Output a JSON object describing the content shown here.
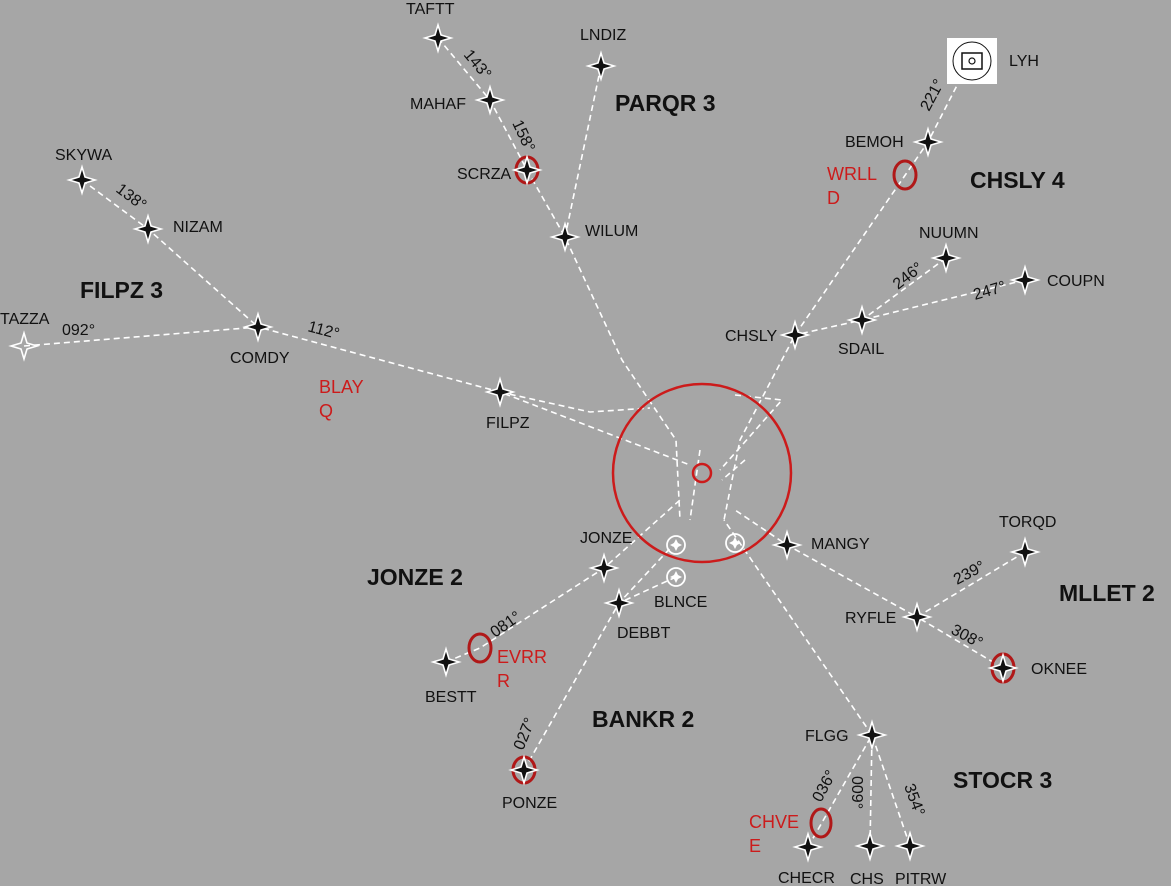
{
  "map": {
    "background": "#a6a6a6",
    "route_color": "#ffffff",
    "highlight_color": "#cc1b1b"
  },
  "procedures": {
    "parqr": "PARQR 3",
    "chsly": "CHSLY 4",
    "filpz": "FILPZ 3",
    "jonze": "JONZE 2",
    "mllet": "MLLET 2",
    "bankr": "BANKR 2",
    "stocr": "STOCR 3"
  },
  "fixes": {
    "taftt": "TAFTT",
    "lndiz": "LNDIZ",
    "mahaf": "MAHAF",
    "scrza": "SCRZA",
    "wilum": "WILUM",
    "lyh": "LYH",
    "bemoh": "BEMOH",
    "nuumn": "NUUMN",
    "coupn": "COUPN",
    "chsly": "CHSLY",
    "sdail": "SDAIL",
    "skywa": "SKYWA",
    "nizam": "NIZAM",
    "tazza": "TAZZA",
    "comdy": "COMDY",
    "filpz": "FILPZ",
    "jonze": "JONZE",
    "blnce": "BLNCE",
    "debbt": "DEBBT",
    "bestt": "BESTT",
    "ponze": "PONZE",
    "mangy": "MANGY",
    "torqd": "TORQD",
    "ryfle": "RYFLE",
    "oknee": "OKNEE",
    "flgg": "FLGG",
    "checr": "CHECR",
    "chs": "CHS",
    "pitrw": "PITRW"
  },
  "courses": {
    "taftt_mahaf": "143°",
    "mahaf_scrza": "158°",
    "lyh_bemoh": "221°",
    "nuumn": "246°",
    "coupn": "247°",
    "skywa_nizam": "138°",
    "tazza_comdy": "092°",
    "comdy_filpz": "112°",
    "bestt_jonze": "081°",
    "ponze": "027°",
    "torqd_ryfle": "239°",
    "oknee_ryfle": "308°",
    "checr": "036°",
    "chs": "009°",
    "pitrw": "354°"
  },
  "highlights": {
    "wrlld_1": "WRLL",
    "wrlld_2": "D",
    "blayq_1": "BLAY",
    "blayq_2": "Q",
    "everr_1": "EVRR",
    "everr_2": "R",
    "chvee_1": "CHVE",
    "chvee_2": "E"
  }
}
